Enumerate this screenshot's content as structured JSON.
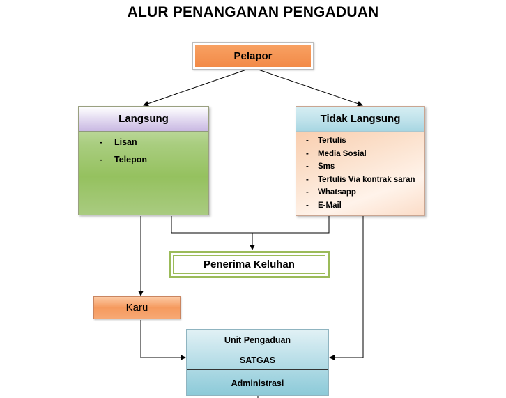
{
  "title": "ALUR PENANGANAN PENGADUAN",
  "pelapor": {
    "label": "Pelapor"
  },
  "langsung": {
    "label": "Langsung",
    "items": [
      "Lisan",
      "Telepon"
    ]
  },
  "tidak_langsung": {
    "label": "Tidak Langsung",
    "items": [
      "Tertulis",
      "Media Sosial",
      "Sms",
      "Tertulis Via kontrak saran",
      "Whatsapp",
      "E-Mail"
    ]
  },
  "penerima": {
    "label": "Penerima Keluhan"
  },
  "karu": {
    "label": "Karu"
  },
  "unit": {
    "rows": [
      "Unit Pengaduan",
      "SATGAS",
      "Administrasi"
    ]
  },
  "bullet": "-",
  "colors": {
    "pelapor_fill": "#f28a47",
    "langsung_head": "#c9b8e2",
    "langsung_body": "#95c15f",
    "tidak_head": "#a7d6e2",
    "tidak_body": "#fbe0cb",
    "penerima_border": "#9bbb59",
    "karu_fill": "#f59a5e",
    "unit_fill": "#8ccad8"
  }
}
